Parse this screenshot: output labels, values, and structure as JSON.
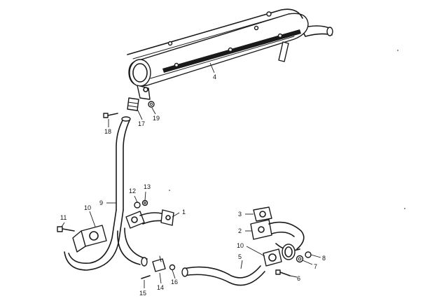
{
  "callouts": [
    {
      "id": "c1",
      "label": "1"
    },
    {
      "id": "c2",
      "label": "2"
    },
    {
      "id": "c3",
      "label": "3"
    },
    {
      "id": "c4",
      "label": "4"
    },
    {
      "id": "c5",
      "label": "5"
    },
    {
      "id": "c6",
      "label": "6"
    },
    {
      "id": "c7",
      "label": "7"
    },
    {
      "id": "c8",
      "label": "8"
    },
    {
      "id": "c9",
      "label": "9"
    },
    {
      "id": "c10a",
      "label": "10"
    },
    {
      "id": "c10b",
      "label": "10"
    },
    {
      "id": "c11",
      "label": "11"
    },
    {
      "id": "c12",
      "label": "12"
    },
    {
      "id": "c13",
      "label": "13"
    },
    {
      "id": "c14",
      "label": "14"
    },
    {
      "id": "c15",
      "label": "15"
    },
    {
      "id": "c16",
      "label": "16"
    },
    {
      "id": "c17",
      "label": "17"
    },
    {
      "id": "c18",
      "label": "18"
    },
    {
      "id": "c19",
      "label": "19"
    }
  ]
}
